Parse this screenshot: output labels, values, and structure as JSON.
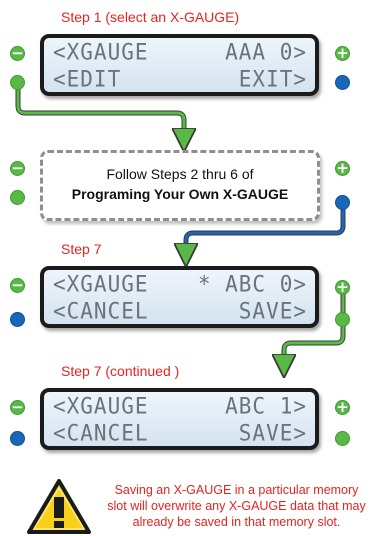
{
  "steps": {
    "step1": "Step 1 (select an X-GAUGE)",
    "step7": "Step 7",
    "step7_continued": "Step 7 (continued )"
  },
  "screens": [
    {
      "line1_left": "<XGAUGE",
      "line1_right": "AAA 0>",
      "line2_left": "<EDIT",
      "line2_right": "EXIT>"
    },
    {
      "line1_left": "<XGAUGE",
      "line1_right": "* ABC 0>",
      "line2_left": "<CANCEL",
      "line2_right": "SAVE>"
    },
    {
      "line1_left": "<XGAUGE",
      "line1_right": "ABC 1>",
      "line2_left": "<CANCEL",
      "line2_right": "SAVE>"
    }
  ],
  "instruction": {
    "line1": "Follow Steps 2 thru 6 of",
    "line2": "Programing Your Own X-GAUGE"
  },
  "buttons": {
    "minus_symbol": "−",
    "plus_symbol": "+"
  },
  "warning": {
    "text": "Saving an X-GAUGE in a particular memory slot will overwrite any X-GAUGE data that may already be saved in that memory slot."
  },
  "colors": {
    "accent_red": "#e8231f",
    "button_green": "#58b947",
    "button_blue": "#1a66b8",
    "lcd_background": "#dbe8f3",
    "warning_yellow": "#f7d11a"
  }
}
